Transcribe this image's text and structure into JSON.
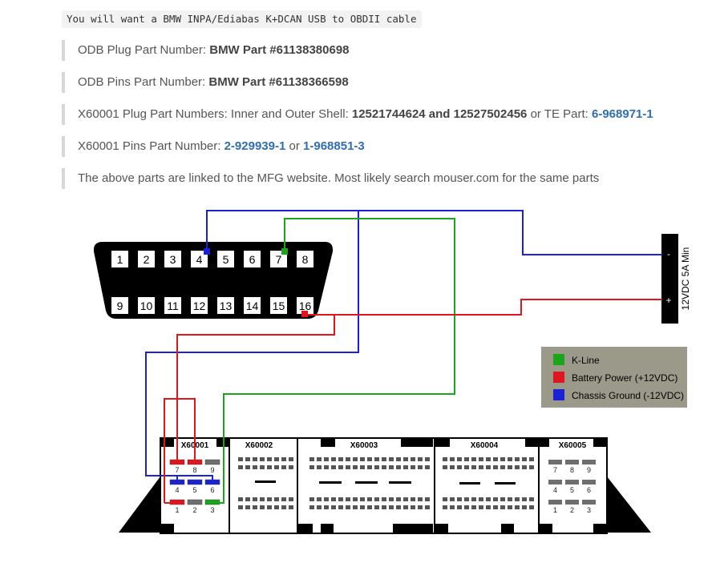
{
  "code": "You will want a BMW INPA/Ediabas K+DCAN USB to OBDII cable",
  "notes": [
    {
      "prefix": "ODB Plug Part Number: ",
      "bold": "BMW Part #61138380698"
    },
    {
      "prefix": "ODB Pins Part Number: ",
      "bold": "BMW Part #61138366598"
    },
    {
      "prefix": "X60001 Plug Part Numbers: Inner and Outer Shell: ",
      "bold": "12521744624 and 12527502456",
      "mid": " or TE Part: ",
      "link": "6-968971-1"
    },
    {
      "prefix": "X60001 Pins Part Number: ",
      "link": "2-929939-1",
      "mid": " or ",
      "link2": "1-968851-3"
    },
    {
      "prefix": "The above parts are linked to the MFG website. Most likely search mouser.com for the same parts"
    }
  ],
  "obd": {
    "top_pins": [
      "1",
      "2",
      "3",
      "4",
      "5",
      "6",
      "7",
      "8"
    ],
    "bottom_pins": [
      "9",
      "10",
      "11",
      "12",
      "13",
      "14",
      "15",
      "16"
    ]
  },
  "psu": {
    "label": "12VDC 5A Min",
    "minus": "-",
    "plus": "+"
  },
  "legend": [
    {
      "label": "K-Line",
      "color": "#1aa51a"
    },
    {
      "label": "Battery Power (+12VDC)",
      "color": "#e0161e"
    },
    {
      "label": "Chassis Ground (-12VDC)",
      "color": "#1a22d6"
    }
  ],
  "ecu": {
    "connectors": [
      "X60001",
      "X60002",
      "X60003",
      "X60004",
      "X60005"
    ],
    "x60001_rows": [
      [
        "7",
        "8",
        "9"
      ],
      [
        "4",
        "5",
        "6"
      ],
      [
        "1",
        "2",
        "3"
      ]
    ],
    "x60005_rows": [
      [
        "7",
        "8",
        "9"
      ],
      [
        "4",
        "5",
        "6"
      ],
      [
        "1",
        "2",
        "3"
      ]
    ]
  },
  "colors": {
    "red": "#e0161e",
    "green": "#1aa51a",
    "blue": "#1a22d6",
    "gray": "#6e6e6e",
    "legend_bg": "#9b998a"
  }
}
